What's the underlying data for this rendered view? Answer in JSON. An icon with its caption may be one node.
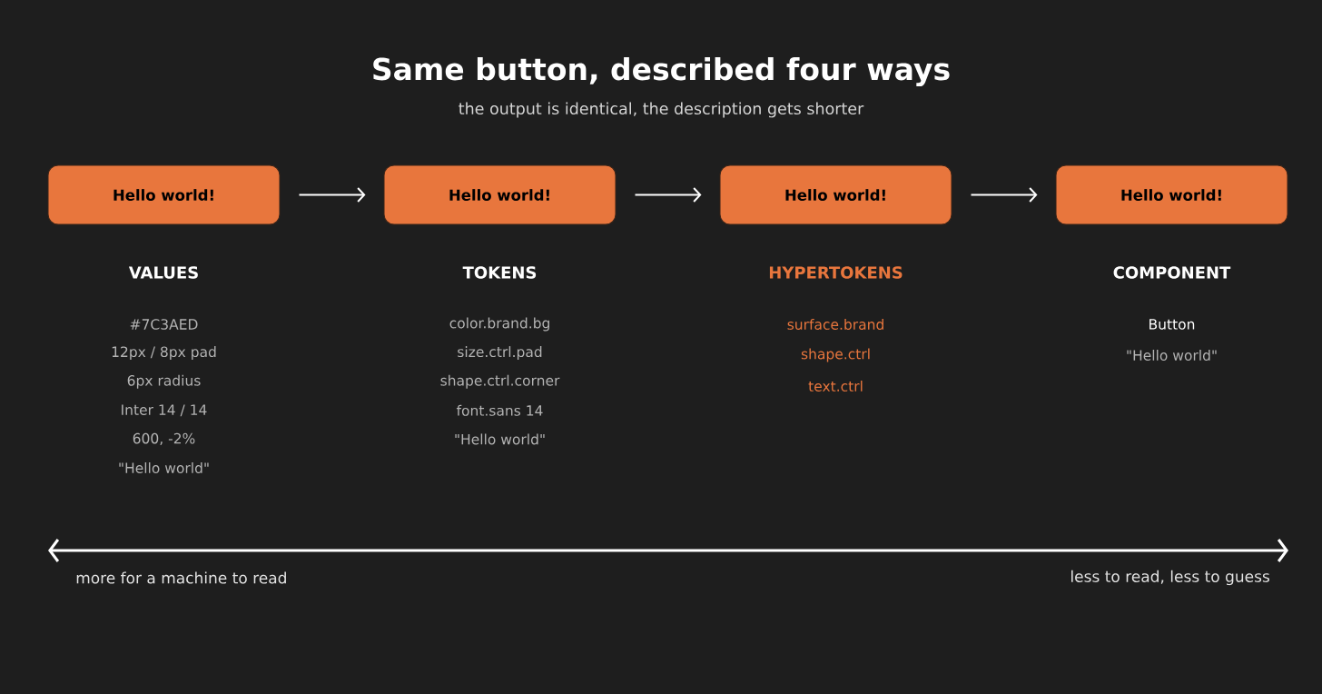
{
  "diagram": {
    "title": "Same button, described four ways",
    "nodes": [
      {
        "text": [
          "Hello world!"
        ],
        "beside": [
          "VALUES",
          "#7C3AED",
          "12px / 8px pad",
          "6px radius",
          "Inter 14 / 14",
          "600, -2%",
          "\"Hello world\""
        ]
      },
      {
        "text": [
          "Hello world!"
        ],
        "beside": [
          "TOKENS",
          "color.brand.bg",
          "size.ctrl.pad",
          "shape.ctrl.corner",
          "font.sans 14",
          "\"Hello world\""
        ]
      },
      {
        "text": [
          "Hello world!"
        ],
        "beside": [
          "HYPERTOKENS",
          "surface.brand",
          "shape.ctrl",
          "text.ctrl"
        ]
      },
      {
        "text": [
          "Hello world!"
        ],
        "beside": [
          "COMPONENT",
          "Button",
          "\"Hello world\""
        ]
      }
    ],
    "edges": [
      {
        "from": 0,
        "to": 1,
        "arrow": "to"
      },
      {
        "from": 1,
        "to": 2,
        "arrow": "to"
      },
      {
        "from": 2,
        "to": 3,
        "arrow": "to"
      }
    ],
    "labels": [
      "the output is identical, the description gets shorter",
      "more for a machine to read",
      "less to read, less to guess"
    ]
  }
}
